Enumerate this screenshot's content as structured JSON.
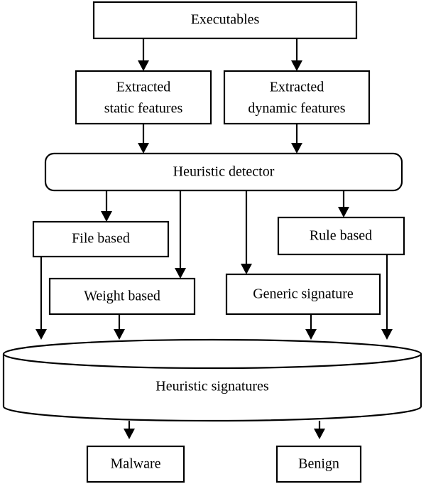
{
  "nodes": {
    "executables": "Executables",
    "static_features": [
      "Extracted",
      "static features"
    ],
    "dynamic_features": [
      "Extracted",
      "dynamic features"
    ],
    "heuristic_detector": "Heuristic detector",
    "file_based": "File based",
    "rule_based": "Rule based",
    "weight_based": "Weight based",
    "generic_signature": "Generic signature",
    "heuristic_signatures": "Heuristic signatures",
    "malware": "Malware",
    "benign": "Benign"
  }
}
